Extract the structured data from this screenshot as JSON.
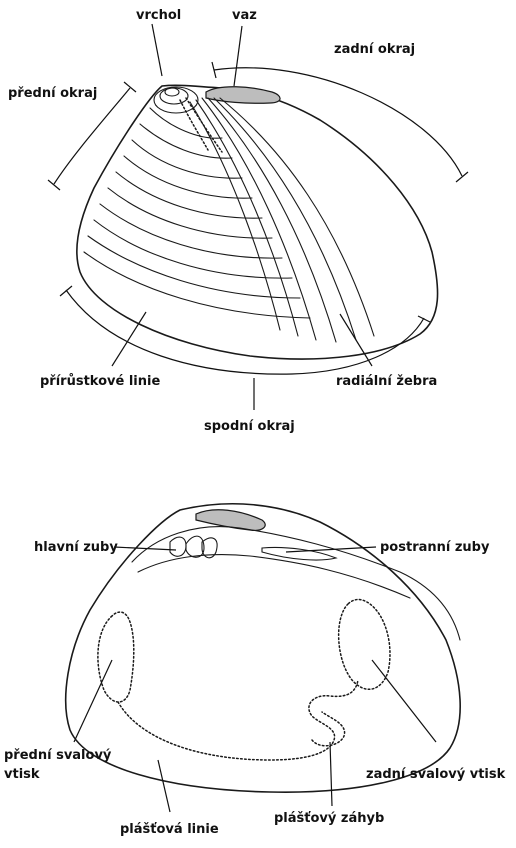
{
  "shell_exterior": {
    "labels": {
      "umbo": "vrchol",
      "ligament": "vaz",
      "posterior_margin": "zadní okraj",
      "anterior_margin": "přední okraj",
      "growth_lines": "přírůstkové linie",
      "radial_ribs": "radiální žebra",
      "ventral_margin": "spodní okraj"
    }
  },
  "shell_interior": {
    "labels": {
      "cardinal_teeth": "hlavní zuby",
      "lateral_teeth": "postranní zuby",
      "anterior_adductor_scar_line1": "přední svalový",
      "anterior_adductor_scar_line2": "vtisk",
      "posterior_adductor_scar": "zadní svalový vtisk",
      "pallial_line": "plášťová linie",
      "pallial_sinus": "plášťový záhyb"
    }
  }
}
